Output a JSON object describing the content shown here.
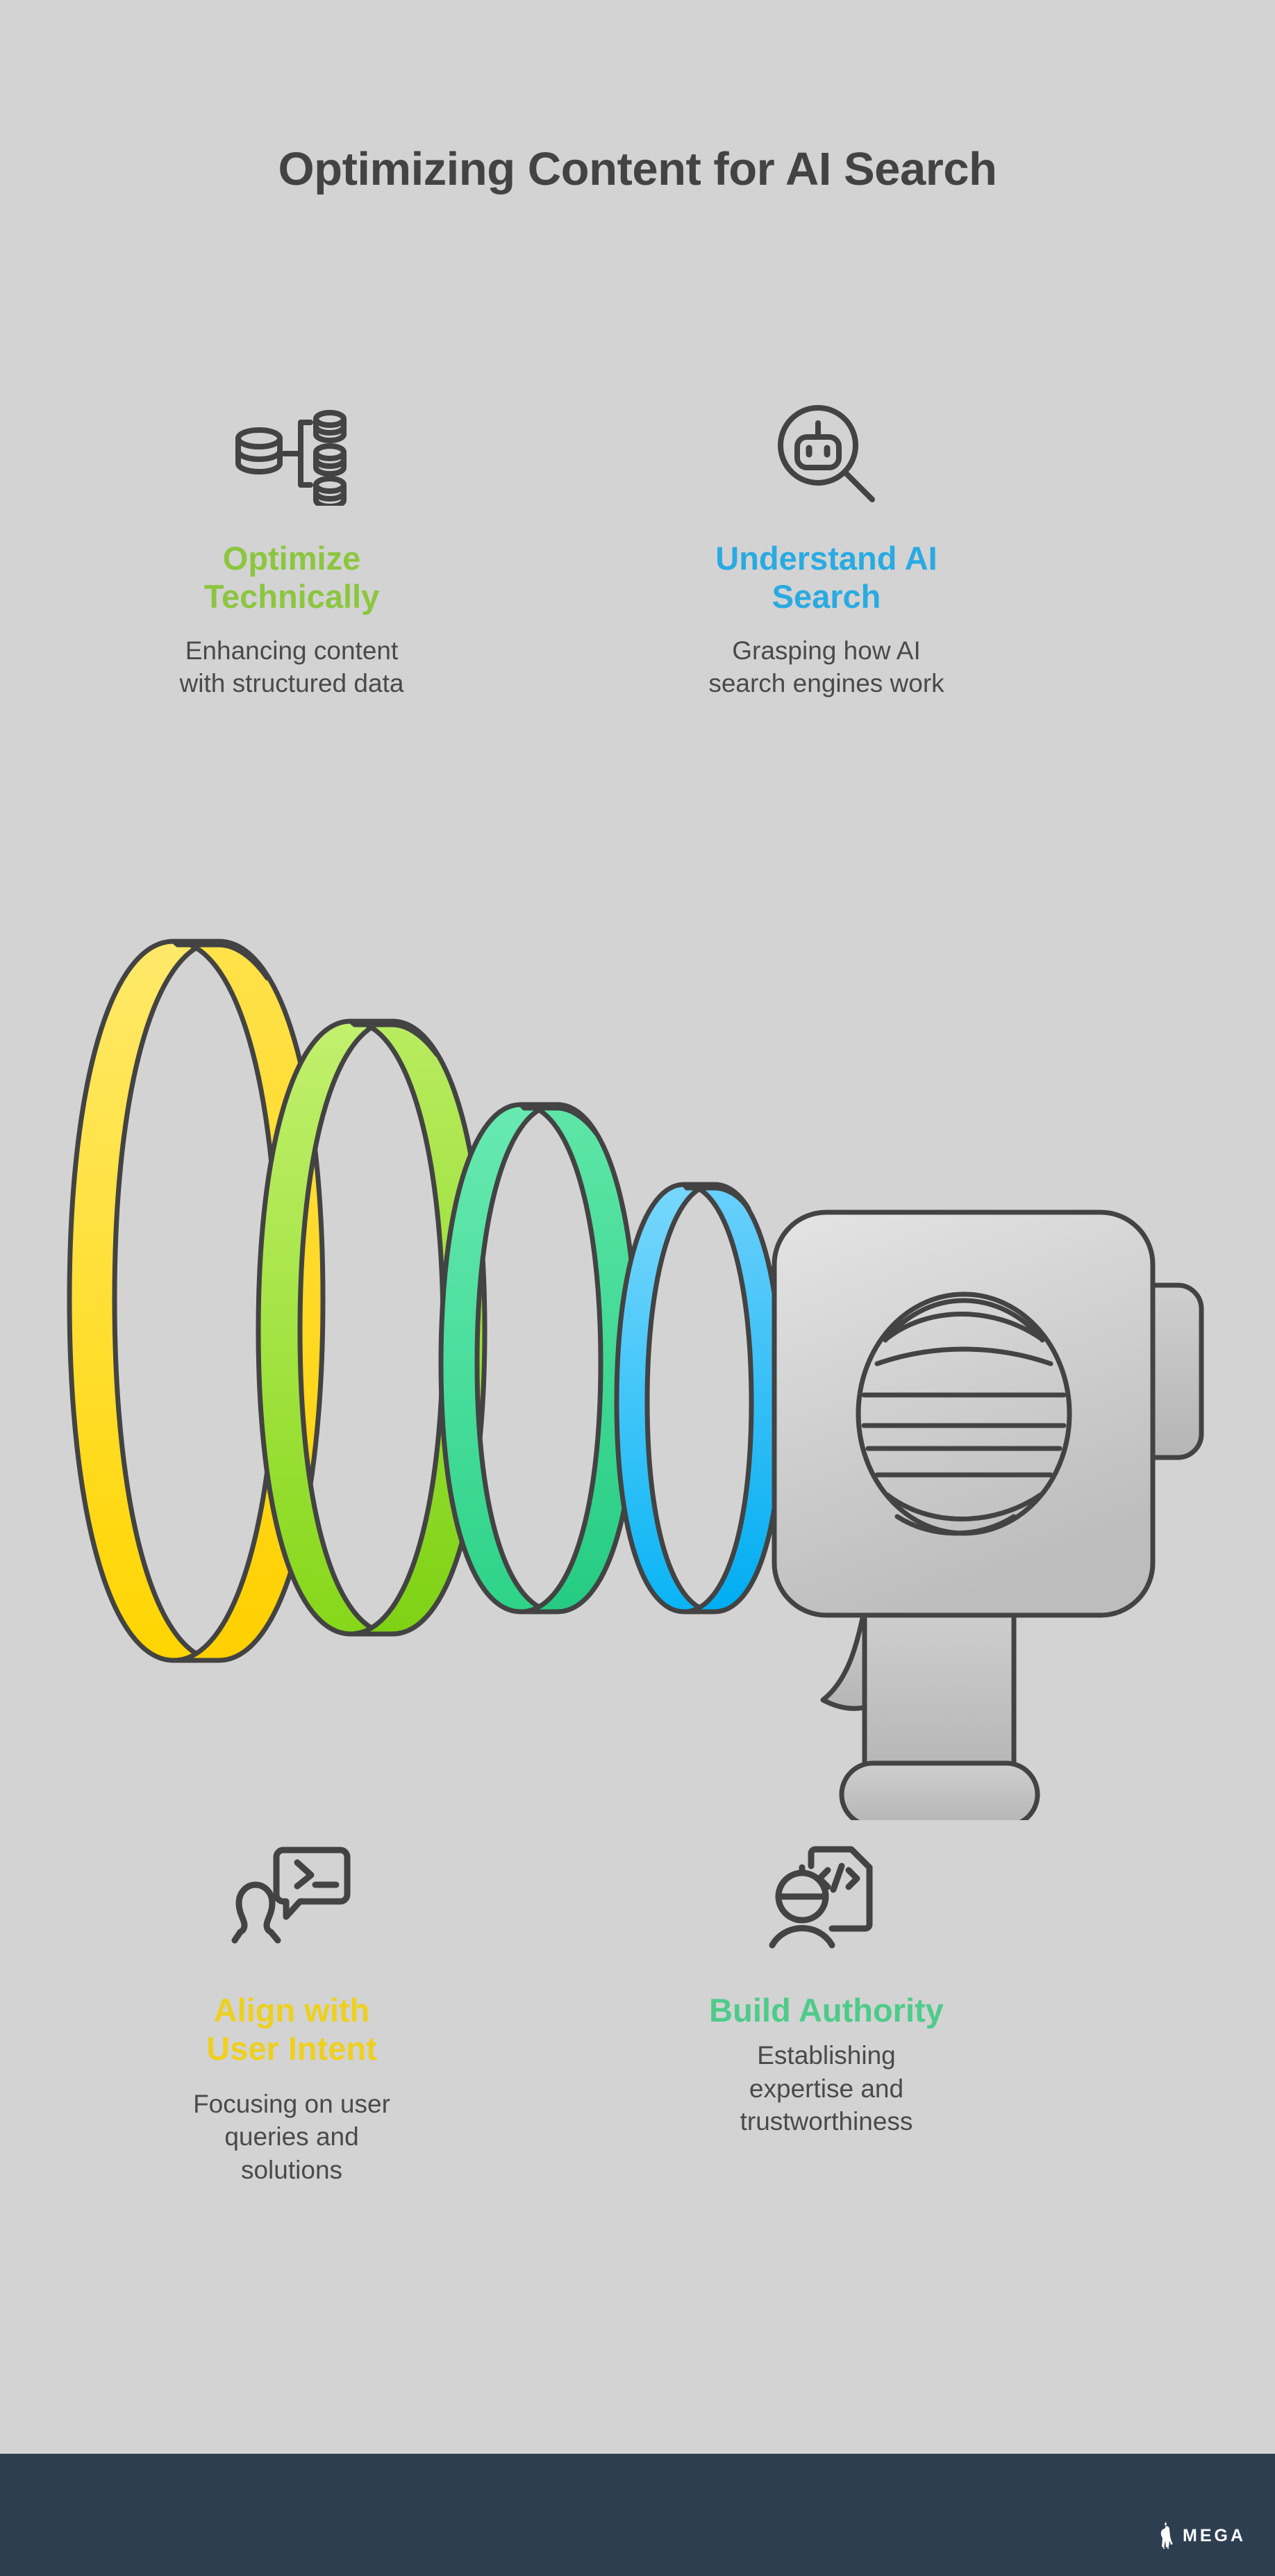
{
  "title": "Optimizing Content for AI Search",
  "colors": {
    "background": "#d3d3d3",
    "title_text": "#434343",
    "body_text": "#4a4a4a",
    "footer_bar": "#2d3e50",
    "accent_green": "#8cc63f",
    "accent_blue": "#29abe2",
    "accent_yellow": "#edd020",
    "accent_mint": "#4ecb8a",
    "outline": "#434343",
    "spiral_yellow": "#ffe34d",
    "spiral_yellow_dark": "#ffd900",
    "spiral_lime": "#b4eb5a",
    "spiral_lime_dark": "#8fdd1f",
    "spiral_green": "#5fe5a8",
    "spiral_green_dark": "#2fd98a",
    "spiral_cyan": "#6ad2fb",
    "spiral_cyan_dark": "#14b8f5",
    "megaphone_light": "#e0e0e0",
    "megaphone_dark": "#bdbdbd"
  },
  "features": [
    {
      "id": "optimize-technically",
      "icon": "database-hierarchy-icon",
      "heading_lines": [
        "Optimize",
        "Technically"
      ],
      "heading": "Optimize Technically",
      "body_lines": [
        "Enhancing content",
        "with structured data"
      ],
      "body": "Enhancing content with structured data",
      "color": "#8cc63f"
    },
    {
      "id": "understand-ai-search",
      "icon": "robot-magnifier-icon",
      "heading_lines": [
        "Understand AI",
        "Search"
      ],
      "heading": "Understand AI Search",
      "body_lines": [
        "Grasping how AI",
        "search engines work"
      ],
      "body": "Grasping how AI search engines work",
      "color": "#29abe2"
    },
    {
      "id": "align-with-user-intent",
      "icon": "person-terminal-bubble-icon",
      "heading_lines": [
        "Align with",
        "User Intent"
      ],
      "heading": "Align with User Intent",
      "body_lines": [
        "Focusing on user",
        "queries and",
        "solutions"
      ],
      "body": "Focusing on user queries and solutions",
      "color": "#edd020"
    },
    {
      "id": "build-authority",
      "icon": "engineer-code-document-icon",
      "heading_lines": [
        "Build Authority"
      ],
      "heading": "Build Authority",
      "body_lines": [
        "Establishing",
        "expertise and",
        "trustworthiness"
      ],
      "body": "Establishing expertise and trustworthiness",
      "color": "#4ecb8a"
    }
  ],
  "illustration": {
    "name": "megaphone-with-sound-wave-helix",
    "loops": [
      {
        "color_light": "#ffe34d",
        "color_dark": "#ffd900",
        "label": "yellow-loop"
      },
      {
        "color_light": "#b4eb5a",
        "color_dark": "#8fdd1f",
        "label": "lime-loop"
      },
      {
        "color_light": "#5fe5a8",
        "color_dark": "#2fd98a",
        "label": "green-loop"
      },
      {
        "color_light": "#6ad2fb",
        "color_dark": "#14b8f5",
        "label": "cyan-loop"
      }
    ]
  },
  "footer": {
    "brand": "MEGA"
  }
}
